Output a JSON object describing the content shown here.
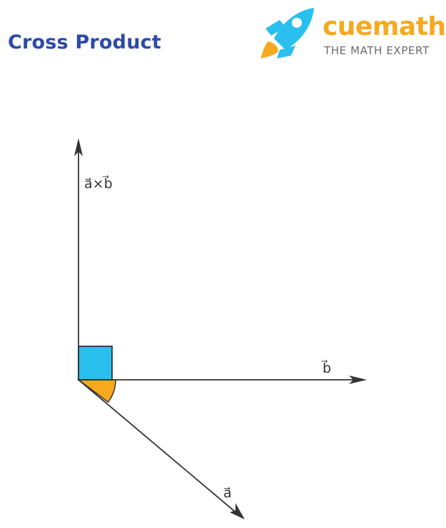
{
  "header": {
    "title": "Cross Product",
    "title_color": "#2c4aa8"
  },
  "logo": {
    "wordmark": "cuemath",
    "tagline": "THE MATH EXPERT",
    "wordmark_color": "#f6a91f",
    "tagline_color": "#6b6b6b",
    "rocket_body_color": "#29c0f0",
    "rocket_flame_color": "#f6a91f",
    "icon": "rocket-icon"
  },
  "diagram": {
    "labels": {
      "cross": "a⃗×b⃗",
      "b": "b⃗",
      "a": "a⃗"
    },
    "colors": {
      "line": "#333333",
      "right_angle_fill": "#29c0f0",
      "angle_fill": "#f6a91f"
    }
  }
}
